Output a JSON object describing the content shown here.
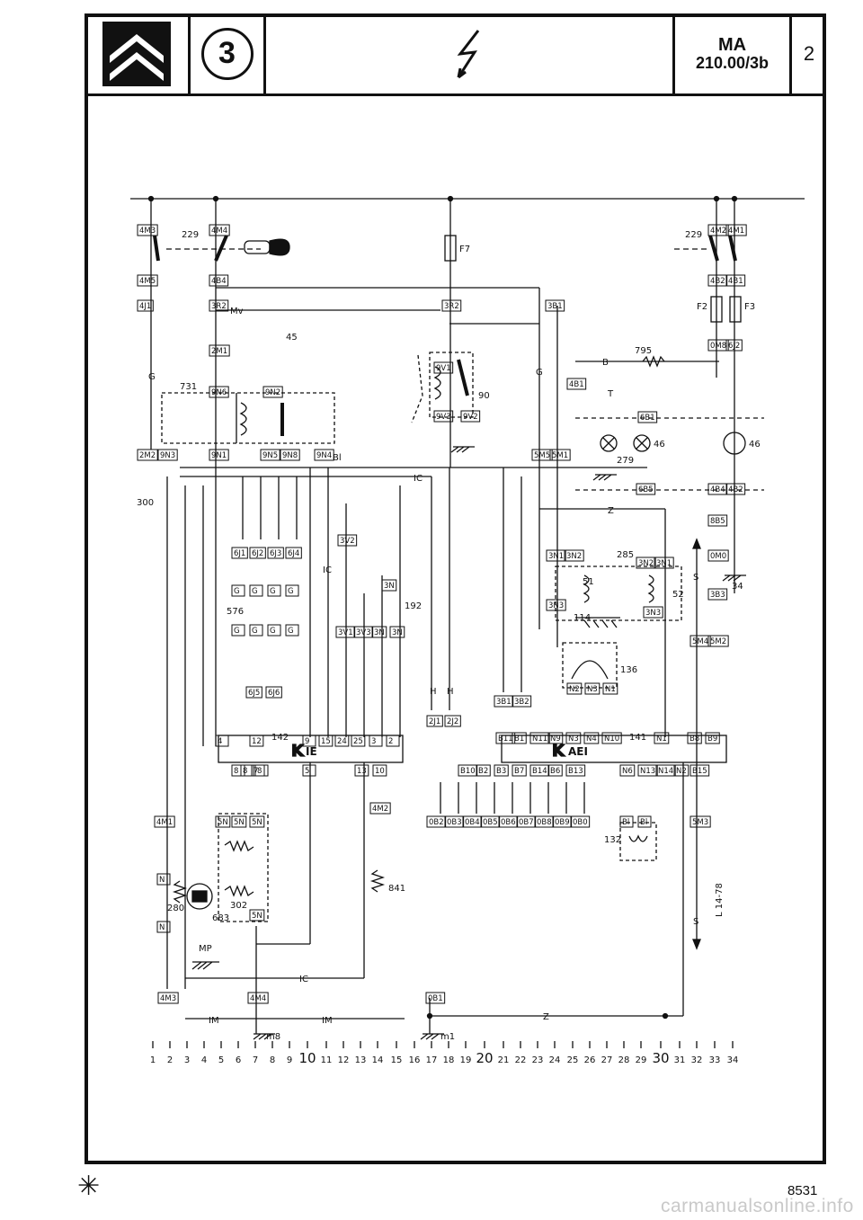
{
  "header": {
    "circle_number": "3",
    "ref_line1": "MA",
    "ref_line2": "210.00/3b",
    "page_number": "2",
    "logo_icon": "citroen-double-chevron-icon",
    "symbol_icon": "lightning-bolt-icon"
  },
  "components": [
    {
      "id": "c229l",
      "text": "229"
    },
    {
      "id": "c229r",
      "text": "229"
    },
    {
      "id": "cF7",
      "text": "F7"
    },
    {
      "id": "cF2",
      "text": "F2"
    },
    {
      "id": "cF3",
      "text": "F3"
    },
    {
      "id": "c45",
      "text": "45"
    },
    {
      "id": "c731",
      "text": "731"
    },
    {
      "id": "c90",
      "text": "90"
    },
    {
      "id": "c795",
      "text": "795"
    },
    {
      "id": "c46a",
      "text": "46"
    },
    {
      "id": "c46b",
      "text": "46"
    },
    {
      "id": "c279",
      "text": "279"
    },
    {
      "id": "c300",
      "text": "300"
    },
    {
      "id": "c285",
      "text": "285"
    },
    {
      "id": "c51",
      "text": "51"
    },
    {
      "id": "c52",
      "text": "52"
    },
    {
      "id": "c114",
      "text": "114"
    },
    {
      "id": "c34",
      "text": "34"
    },
    {
      "id": "c576",
      "text": "576"
    },
    {
      "id": "c192",
      "text": "192"
    },
    {
      "id": "c136",
      "text": "136"
    },
    {
      "id": "c142",
      "text": "142"
    },
    {
      "id": "c141",
      "text": "141"
    },
    {
      "id": "c132",
      "text": "132"
    },
    {
      "id": "c841",
      "text": "841"
    },
    {
      "id": "c280",
      "text": "280"
    },
    {
      "id": "c683",
      "text": "683"
    },
    {
      "id": "c302",
      "text": "302"
    },
    {
      "id": "cMP",
      "text": "MP"
    },
    {
      "id": "cIE",
      "text": "IE"
    },
    {
      "id": "cAEI",
      "text": "AEI"
    },
    {
      "id": "cL14",
      "text": "L 14-78"
    }
  ],
  "wire_labels": [
    {
      "id": "w1",
      "text": "IC"
    },
    {
      "id": "w2",
      "text": "IC"
    },
    {
      "id": "w3",
      "text": "IM"
    },
    {
      "id": "w4",
      "text": "IM"
    },
    {
      "id": "w5",
      "text": "Z"
    },
    {
      "id": "w6",
      "text": "Z"
    },
    {
      "id": "w7",
      "text": "H"
    },
    {
      "id": "w8",
      "text": "H"
    },
    {
      "id": "w9",
      "text": "G"
    },
    {
      "id": "w10",
      "text": "G"
    },
    {
      "id": "w11",
      "text": "B"
    },
    {
      "id": "w12",
      "text": "T"
    },
    {
      "id": "w13",
      "text": "S"
    },
    {
      "id": "w14",
      "text": "S"
    },
    {
      "id": "w15",
      "text": "IC"
    },
    {
      "id": "w16",
      "text": "Mv"
    },
    {
      "id": "w17",
      "text": "Bl"
    },
    {
      "id": "w18",
      "text": "m8"
    },
    {
      "id": "w19",
      "text": "m1"
    }
  ],
  "connectors": [
    {
      "id": "k1",
      "text": "4M3"
    },
    {
      "id": "k2",
      "text": "4M4"
    },
    {
      "id": "k3",
      "text": "4M2"
    },
    {
      "id": "k4",
      "text": "4M1"
    },
    {
      "id": "k5",
      "text": "4M5"
    },
    {
      "id": "k6",
      "text": "4J1"
    },
    {
      "id": "k7",
      "text": "4B4"
    },
    {
      "id": "k8",
      "text": "3R2"
    },
    {
      "id": "k9",
      "text": "4B2"
    },
    {
      "id": "k10",
      "text": "4B1"
    },
    {
      "id": "k11",
      "text": "3R2"
    },
    {
      "id": "k12",
      "text": "3B1"
    },
    {
      "id": "k13",
      "text": "2M1"
    },
    {
      "id": "k14",
      "text": "9N6"
    },
    {
      "id": "k15",
      "text": "9N2"
    },
    {
      "id": "k16",
      "text": "0M8"
    },
    {
      "id": "k17",
      "text": "6J2"
    },
    {
      "id": "k18",
      "text": "2M2"
    },
    {
      "id": "k19",
      "text": "9N3"
    },
    {
      "id": "k20",
      "text": "9N1"
    },
    {
      "id": "k21",
      "text": "9N5"
    },
    {
      "id": "k22",
      "text": "9N8"
    },
    {
      "id": "k23",
      "text": "9N4"
    },
    {
      "id": "k24",
      "text": "9V1"
    },
    {
      "id": "k25",
      "text": "9V3"
    },
    {
      "id": "k26",
      "text": "9V2"
    },
    {
      "id": "k27",
      "text": "4B1"
    },
    {
      "id": "k28",
      "text": "6B1"
    },
    {
      "id": "k29",
      "text": "5M5"
    },
    {
      "id": "k30",
      "text": "5M1"
    },
    {
      "id": "k31",
      "text": "6B5"
    },
    {
      "id": "k32",
      "text": "4B4"
    },
    {
      "id": "k33",
      "text": "4B2"
    },
    {
      "id": "k34",
      "text": "8B5"
    },
    {
      "id": "k35",
      "text": "0M0"
    },
    {
      "id": "k36",
      "text": "3B3"
    },
    {
      "id": "k37",
      "text": "5M4"
    },
    {
      "id": "k38",
      "text": "5M2"
    },
    {
      "id": "k39",
      "text": "6J1"
    },
    {
      "id": "k40",
      "text": "6J2"
    },
    {
      "id": "k41",
      "text": "6J3"
    },
    {
      "id": "k42",
      "text": "6J4"
    },
    {
      "id": "k43",
      "text": "3V2"
    },
    {
      "id": "k44",
      "text": "3N"
    },
    {
      "id": "k45",
      "text": "3V1"
    },
    {
      "id": "k46",
      "text": "3V3"
    },
    {
      "id": "k47",
      "text": "3N"
    },
    {
      "id": "k48",
      "text": "3N"
    },
    {
      "id": "k49",
      "text": "3N1"
    },
    {
      "id": "k50",
      "text": "3N2"
    },
    {
      "id": "k51",
      "text": "3N2"
    },
    {
      "id": "k52",
      "text": "3N1"
    },
    {
      "id": "k53",
      "text": "3N3"
    },
    {
      "id": "k54",
      "text": "3N3"
    },
    {
      "id": "k55",
      "text": "6J5"
    },
    {
      "id": "k56",
      "text": "6J6"
    },
    {
      "id": "k57",
      "text": "N2"
    },
    {
      "id": "k58",
      "text": "N3"
    },
    {
      "id": "k59",
      "text": "N1"
    },
    {
      "id": "k60",
      "text": "3B1"
    },
    {
      "id": "k61",
      "text": "3B2"
    },
    {
      "id": "k62",
      "text": "2J1"
    },
    {
      "id": "k63",
      "text": "2J2"
    },
    {
      "id": "k64",
      "text": "B11"
    },
    {
      "id": "k65",
      "text": "B1"
    },
    {
      "id": "k66",
      "text": "N11"
    },
    {
      "id": "k67",
      "text": "N9"
    },
    {
      "id": "k68",
      "text": "N3"
    },
    {
      "id": "k69",
      "text": "N4"
    },
    {
      "id": "k70",
      "text": "N10"
    },
    {
      "id": "k71",
      "text": "N1"
    },
    {
      "id": "k72",
      "text": "B8"
    },
    {
      "id": "k73",
      "text": "B9"
    },
    {
      "id": "k74",
      "text": "B10"
    },
    {
      "id": "k75",
      "text": "B2"
    },
    {
      "id": "k76",
      "text": "B3"
    },
    {
      "id": "k77",
      "text": "B7"
    },
    {
      "id": "k78",
      "text": "B14"
    },
    {
      "id": "k79",
      "text": "B6"
    },
    {
      "id": "k80",
      "text": "B13"
    },
    {
      "id": "k81",
      "text": "N6"
    },
    {
      "id": "k82",
      "text": "N13"
    },
    {
      "id": "k83",
      "text": "N14"
    },
    {
      "id": "k84",
      "text": "N2"
    },
    {
      "id": "k85",
      "text": "B15"
    },
    {
      "id": "k86",
      "text": "0B2"
    },
    {
      "id": "k87",
      "text": "0B3"
    },
    {
      "id": "k88",
      "text": "0B4"
    },
    {
      "id": "k89",
      "text": "0B5"
    },
    {
      "id": "k90",
      "text": "0B6"
    },
    {
      "id": "k91",
      "text": "0B7"
    },
    {
      "id": "k92",
      "text": "0B8"
    },
    {
      "id": "k93",
      "text": "0B9"
    },
    {
      "id": "k94",
      "text": "0B0"
    },
    {
      "id": "k95",
      "text": "Bl"
    },
    {
      "id": "k96",
      "text": "Bl"
    },
    {
      "id": "k97",
      "text": "5M3"
    },
    {
      "id": "k98",
      "text": "4M1"
    },
    {
      "id": "k99",
      "text": "5N"
    },
    {
      "id": "k100",
      "text": "5N"
    },
    {
      "id": "k101",
      "text": "5N"
    },
    {
      "id": "k102",
      "text": "4M2"
    },
    {
      "id": "k103",
      "text": "8"
    },
    {
      "id": "k104",
      "text": "8"
    },
    {
      "id": "k105",
      "text": "N"
    },
    {
      "id": "k106",
      "text": "N"
    },
    {
      "id": "k107",
      "text": "5N"
    },
    {
      "id": "k108",
      "text": "4M3"
    },
    {
      "id": "k109",
      "text": "4M4"
    },
    {
      "id": "k110",
      "text": "0B1"
    },
    {
      "id": "k111",
      "text": "4"
    },
    {
      "id": "k112",
      "text": "12"
    },
    {
      "id": "k113",
      "text": "9"
    },
    {
      "id": "k114",
      "text": "15"
    },
    {
      "id": "k115",
      "text": "24"
    },
    {
      "id": "k116",
      "text": "25"
    },
    {
      "id": "k117",
      "text": "3"
    },
    {
      "id": "k118",
      "text": "2"
    },
    {
      "id": "k119",
      "text": "8"
    },
    {
      "id": "k120",
      "text": "7"
    },
    {
      "id": "k121",
      "text": "5"
    },
    {
      "id": "k122",
      "text": "13"
    },
    {
      "id": "k123",
      "text": "10"
    },
    {
      "id": "k124",
      "text": "G"
    },
    {
      "id": "k125",
      "text": "G"
    },
    {
      "id": "k126",
      "text": "G"
    },
    {
      "id": "k127",
      "text": "G"
    },
    {
      "id": "k128",
      "text": "G"
    },
    {
      "id": "k129",
      "text": "G"
    },
    {
      "id": "k130",
      "text": "G"
    },
    {
      "id": "k131",
      "text": "G"
    }
  ],
  "grid_numbers": [
    "1",
    "2",
    "3",
    "4",
    "5",
    "6",
    "7",
    "8",
    "9",
    "10",
    "11",
    "12",
    "13",
    "14",
    "15",
    "16",
    "17",
    "18",
    "19",
    "20",
    "21",
    "22",
    "23",
    "24",
    "25",
    "26",
    "27",
    "28",
    "29",
    "30",
    "31",
    "32",
    "33",
    "34"
  ],
  "footer": {
    "star": "✳",
    "code": "8531",
    "watermark": "carmanualsonline.info"
  }
}
